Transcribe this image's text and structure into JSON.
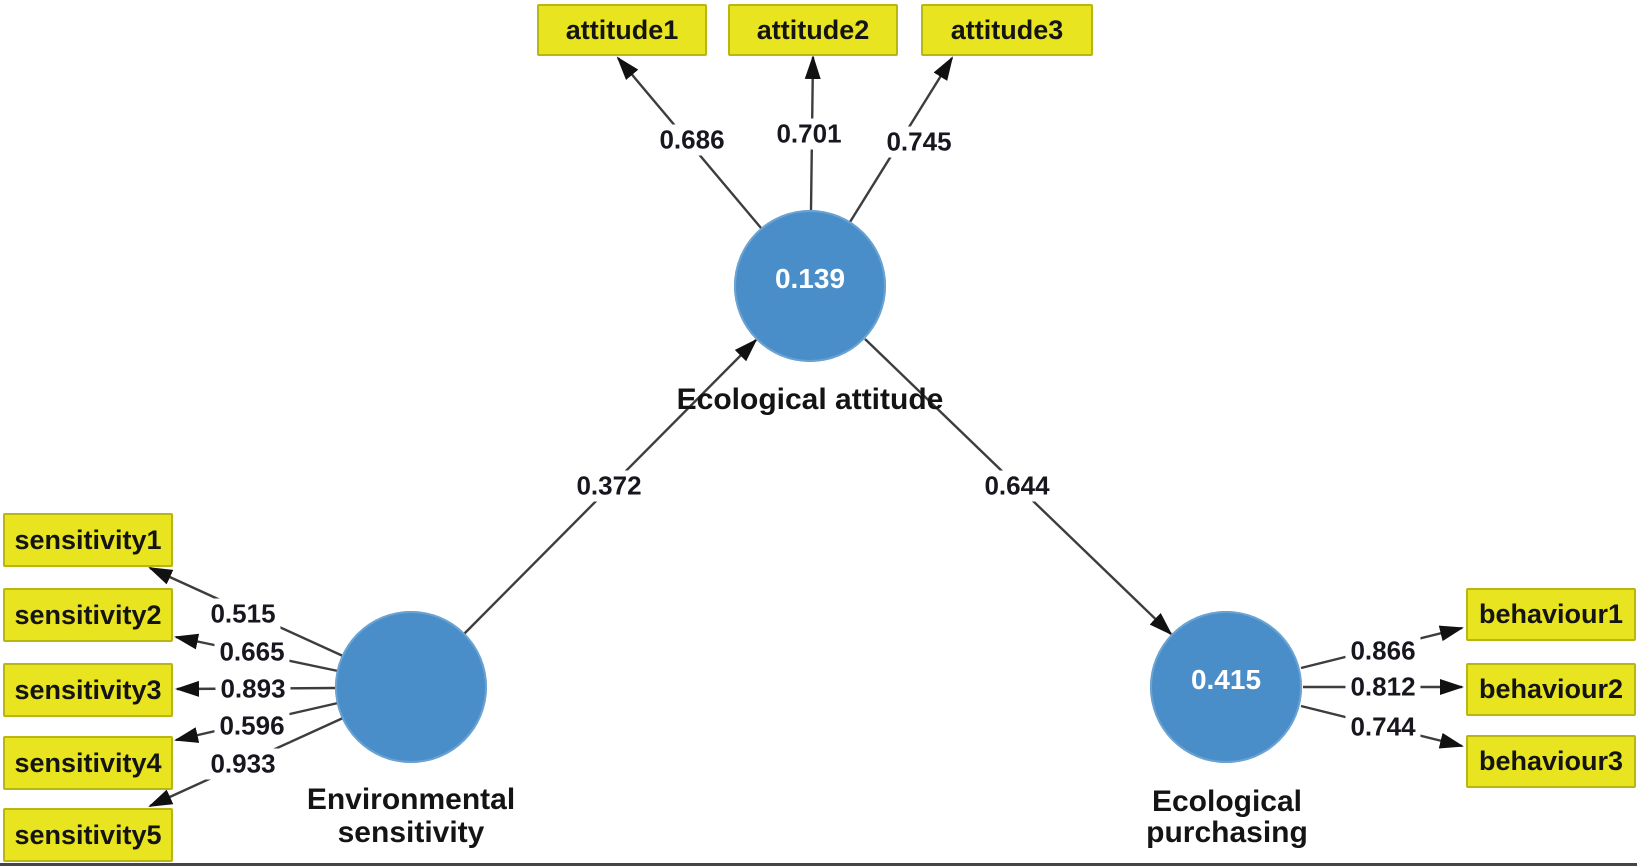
{
  "colors": {
    "construct_fill": "#4a8ec9",
    "indicator_fill": "#e8e41f",
    "indicator_border": "#b9b511",
    "edge": "#3d3d3d",
    "loading_text": "#17171f",
    "construct_value_text": "#ffffff"
  },
  "constructs": {
    "attitude": {
      "label": "Ecological attitude",
      "r2": "0.139"
    },
    "sensitivity": {
      "label": "Environmental sensitivity",
      "r2": ""
    },
    "purchasing": {
      "label": "Ecological purchasing",
      "r2": "0.415"
    }
  },
  "indicators": {
    "attitude": [
      {
        "label": "attitude1",
        "loading": "0.686"
      },
      {
        "label": "attitude2",
        "loading": "0.701"
      },
      {
        "label": "attitude3",
        "loading": "0.745"
      }
    ],
    "sensitivity": [
      {
        "label": "sensitivity1",
        "loading": "0.515"
      },
      {
        "label": "sensitivity2",
        "loading": "0.665"
      },
      {
        "label": "sensitivity3",
        "loading": "0.893"
      },
      {
        "label": "sensitivity4",
        "loading": "0.596"
      },
      {
        "label": "sensitivity5",
        "loading": "0.933"
      }
    ],
    "purchasing": [
      {
        "label": "behaviour1",
        "loading": "0.866"
      },
      {
        "label": "behaviour2",
        "loading": "0.812"
      },
      {
        "label": "behaviour3",
        "loading": "0.744"
      }
    ]
  },
  "paths": [
    {
      "from": "Environmental sensitivity",
      "to": "Ecological attitude",
      "coefficient": "0.372"
    },
    {
      "from": "Ecological attitude",
      "to": "Ecological purchasing",
      "coefficient": "0.644"
    }
  ]
}
